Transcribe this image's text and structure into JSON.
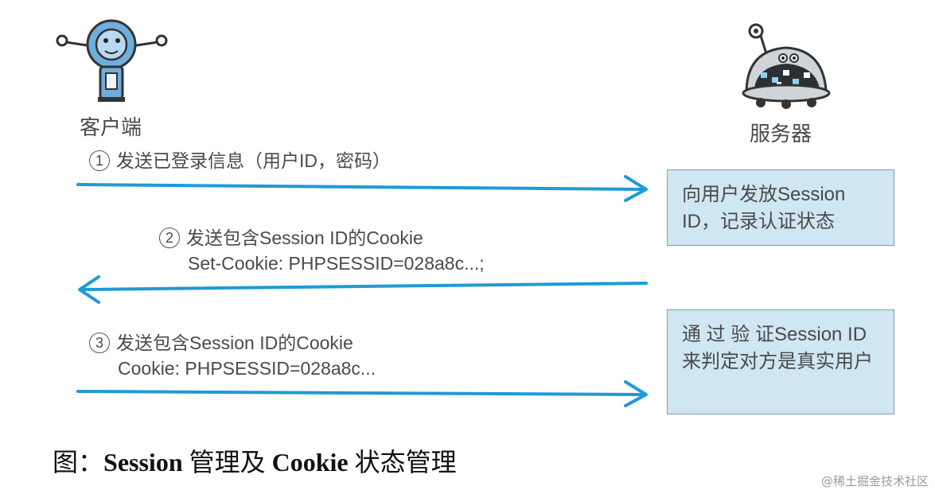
{
  "actors": {
    "client_label": "客户端",
    "server_label": "服务器"
  },
  "steps": [
    {
      "num": "1",
      "line1": "发送已登录信息（用户ID，密码）",
      "line2": "",
      "direction": "to-server"
    },
    {
      "num": "2",
      "line1": "发送包含Session ID的Cookie",
      "line2": "Set-Cookie: PHPSESSID=028a8c...;",
      "direction": "to-client"
    },
    {
      "num": "3",
      "line1": "发送包含Session ID的Cookie",
      "line2": "Cookie: PHPSESSID=028a8c...",
      "direction": "to-server"
    }
  ],
  "server_notes": [
    "向用户发放Session ID，记录认证状态",
    "通 过 验 证Session ID来判定对方是真实用户"
  ],
  "caption": {
    "prefix": "图：",
    "part1": "Session",
    "part2": " 管理及 ",
    "part3": "Cookie",
    "part4": " 状态管理"
  },
  "watermark": "@稀土掘金技术社区",
  "colors": {
    "arrow": "#1f9ad6",
    "box_fill": "#cfe7f3",
    "box_border": "#8a9aa6"
  },
  "icons": {
    "client": "robot-client-icon",
    "server": "robot-server-icon"
  }
}
